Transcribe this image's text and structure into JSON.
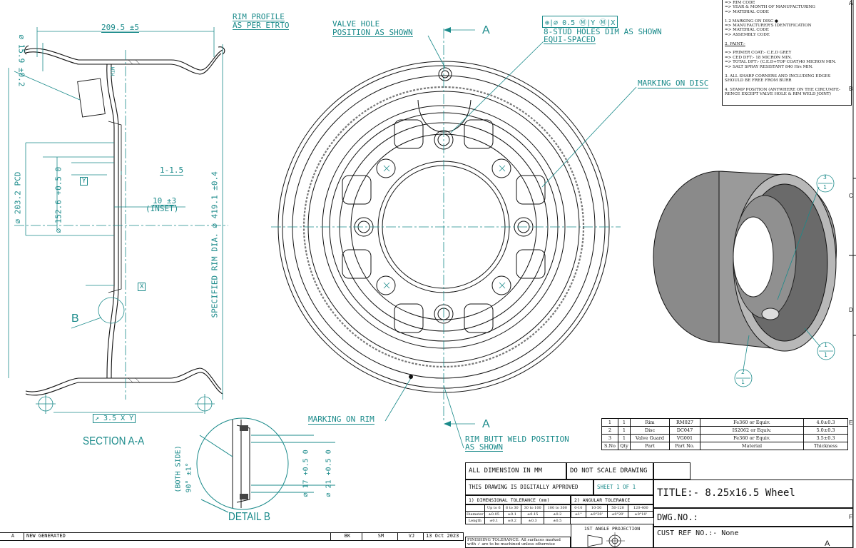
{
  "drawing": {
    "labels": {
      "rim_profile": "RIM PROFILE",
      "rim_profile_2": "AS PER ETRTO",
      "valve_hole": "VALVE HOLE",
      "valve_hole_2": "POSITION AS SHOWN",
      "section_mark": "A",
      "stud_holes": "8-STUD HOLES DIM AS SHOWN",
      "stud_holes_2": "EQUI-SPACED",
      "fcf": "⊕|∅ 0.5 Ⓜ|Y Ⓜ|X",
      "marking_on_disc": "MARKING ON DISC",
      "marking_on_rim": "MARKING ON RIM",
      "rim_butt": "RIM BUTT WELD POSITION",
      "rim_butt_2": "AS SHOWN",
      "section_title": "SECTION A-A",
      "detail_title": "DETAIL B",
      "detail_mark": "B",
      "rim_label": "RIM",
      "datum_y": "Y",
      "datum_x": "X",
      "balloon_3": "3",
      "balloon_2": "2",
      "balloon_1": "1",
      "balloon_den": "1"
    },
    "dims": {
      "width": "209.5 ±5",
      "dia15": "∅ 15.9 ±0.2",
      "pcd": "∅ 203.2 PCD",
      "bore": "∅ 152.6 +0.5 0",
      "thick": "1-1.5",
      "inset": "10 ±3",
      "inset_2": "(INSET)",
      "rim_dia": "SPECIFIED RIM DIA. ∅ 419.1 ±0.4",
      "flatness": "↗ 3.5 X Y",
      "both_side": "(BOTH SIDE)",
      "angle": "90° ±1°",
      "d17": "∅ 17 +0.5 0",
      "d21": "∅ 21 +0.5 0"
    }
  },
  "notes": [
    "=> RIM CODE",
    "=> YEAR & MONTH OF MANUFACTURING",
    "=> MATERIAL CODE",
    "",
    "1.2 MARKING ON DISC ●",
    "=> MANUFACTURER'S IDENTIFICATION",
    "=> MATERIAL CODE",
    "=> ASSEMBLY CODE",
    "",
    "2. PAINT:-",
    "",
    "=> PRIMER COAT:- C.E.D GREY",
    "=> CED DFT:- 18 MICRON MIN.",
    "=> TOTAL DFT:- (C.E.D+TOP COAT)40 MICRON MIN.",
    "=> SALT SPRAY RESISTANT 840 Hrs MIN.",
    "",
    "3. ALL SHARP CORNERS AND INCLUDING EDGES",
    "   SHOULD BE FREE FROM BURR",
    "",
    "4. STAMP POSITION (ANYWHERE ON THE CIRCUMFE-",
    "   RENCE EXCEPT VALVE HOLE & RIM WELD JOINT)"
  ],
  "materials": {
    "header": [
      "S.No",
      "Qty",
      "Part",
      "Part No.",
      "Material",
      "Thickness"
    ],
    "rows": [
      [
        "1",
        "1",
        "Rim",
        "RM027",
        "Fe360 or Equiv.",
        "4.0±0.3"
      ],
      [
        "2",
        "1",
        "Disc",
        "DC047",
        "IS2062 or Equiv.",
        "5.0±0.3"
      ],
      [
        "3",
        "1",
        "Valve Guard",
        "VG001",
        "Fe360 or Equiv.",
        "3.5±0.3"
      ]
    ]
  },
  "title_block": {
    "all_dim": "ALL DIMENSION IN MM",
    "do_not_scale": "DO NOT SCALE DRAWING",
    "approved": "THIS DRAWING IS DIGITALLY APPROVED",
    "sheet": "SHEET 1 OF 1",
    "title": "TITLE:- 8.25x16.5 Wheel",
    "dim_tol": "1) DIMENSIONAL TOLERANCE (mm)",
    "ang_tol": "2) ANGULAR TOLERANCE",
    "dwg_no": "DWG.NO.:",
    "cust_ref": "CUST REF NO.:- None",
    "projection": "1ST ANGLE PROJECTION",
    "finishing": "FINISHING TOLERANCE: All surfaces marked",
    "finishing_2": "with ✓ are to be machined unless otherwise"
  },
  "tolerance": {
    "ranges": [
      "Up to 6",
      "6 to 30",
      "30 to 100",
      "100 to 300"
    ],
    "ang_ranges": [
      "0-10",
      "10-50",
      "50-120",
      "120-400"
    ],
    "diameter": [
      "±0.05",
      "±0.1",
      "±0.15",
      "±0.2"
    ],
    "ang_vals": [
      "±1°",
      "±0°30'",
      "±0°20'",
      "±0°10'"
    ],
    "length": [
      "±0.1",
      "±0.2",
      "±0.3",
      "±0.5"
    ],
    "row_labels": [
      "Diameter",
      "Length"
    ]
  },
  "revision": {
    "rev": "A",
    "desc": "NEW GENERATED",
    "by1": "BK",
    "by2": "SM",
    "by3": "VJ",
    "date": "13 Oct 2023"
  },
  "border": {
    "zones": [
      "A",
      "B",
      "C",
      "D",
      "E",
      "F"
    ],
    "corner": "A"
  }
}
